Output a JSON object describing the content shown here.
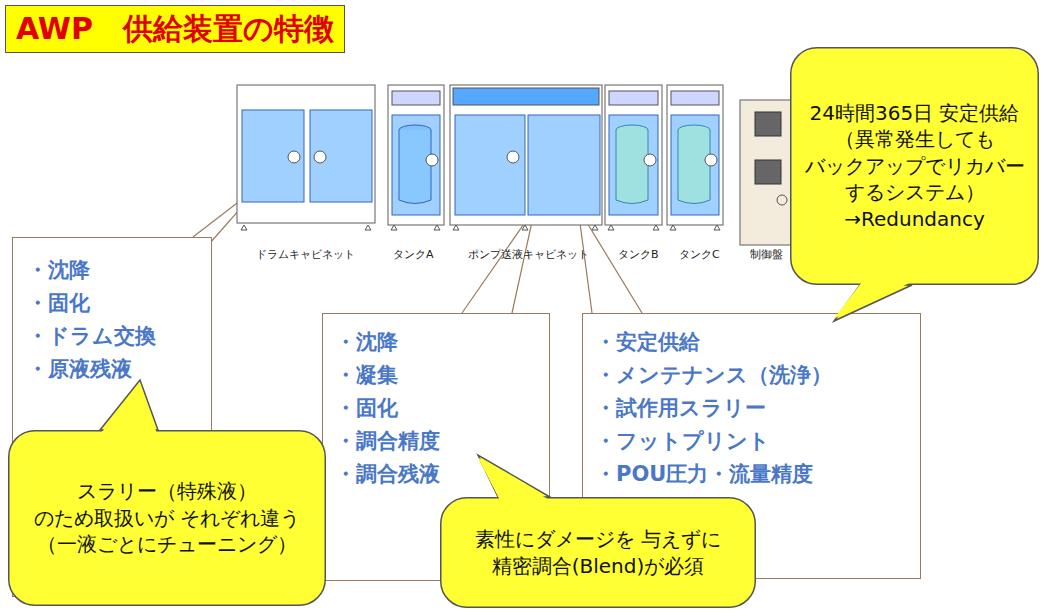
{
  "diagram": {
    "title": "AWP　供給装置の特徴",
    "nodes": [
      {
        "text": [
          "・沈降",
          "・固化",
          "・ドラム交換",
          "・原液残液"
        ]
      },
      {
        "text": [
          "・沈降",
          "・凝集",
          "・固化",
          "・調合精度",
          "・調合残液"
        ]
      },
      {
        "text": [
          "・安定供給",
          "・メンテナンス（洗浄）",
          "・試作用スラリー",
          "・フットプリント",
          "・POU圧力・流量精度"
        ]
      },
      {
        "text": [
          "スラリー（特殊液） のため取扱いが それぞれ違う （一液ごとにチューニング）"
        ]
      },
      {
        "text": [
          "素性にダメージを 与えずに 精密調合(Blend)が必須"
        ]
      },
      {
        "text": [
          "24時間365日 安定供給 （異常発生しても バックアップでリカバー するシステム） →Redundancy"
        ]
      }
    ],
    "labels": [
      "ドラムキャビネット",
      "タンクA",
      "ポンプ送液キャビネット",
      "タンクB",
      "タンクC",
      "制御盤"
    ]
  }
}
